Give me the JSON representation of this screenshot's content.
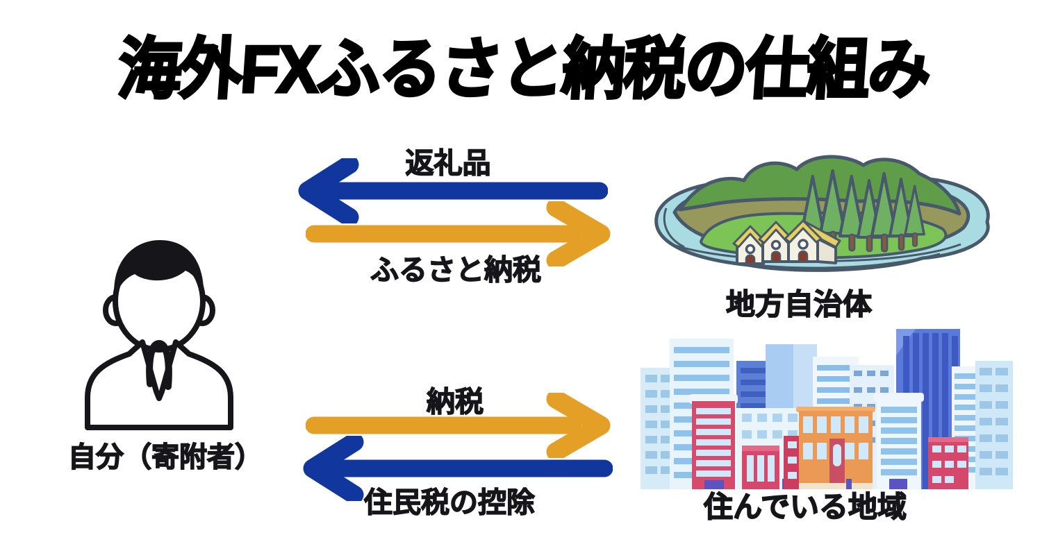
{
  "title": "海外FXふるさと納税の仕組み",
  "colors": {
    "arrow_blue": "#11379f",
    "arrow_orange": "#e39f26",
    "text": "#15151a",
    "background": "#ffffff"
  },
  "actors": {
    "donor": {
      "label": "自分（寄附者）",
      "icon": "businessperson-icon"
    },
    "municipality": {
      "label": "地方自治体",
      "icon": "island-illustration"
    },
    "home_region": {
      "label": "住んでいる地域",
      "icon": "city-illustration"
    }
  },
  "flows": {
    "gift": {
      "label": "返礼品",
      "from": "municipality",
      "to": "donor",
      "direction": "left",
      "color": "blue"
    },
    "donation": {
      "label": "ふるさと納税",
      "from": "donor",
      "to": "municipality",
      "direction": "right",
      "color": "orange"
    },
    "tax": {
      "label": "納税",
      "from": "donor",
      "to": "home_region",
      "direction": "right",
      "color": "orange"
    },
    "deduction": {
      "label": "住民税の控除",
      "from": "home_region",
      "to": "donor",
      "direction": "left",
      "color": "blue"
    }
  }
}
